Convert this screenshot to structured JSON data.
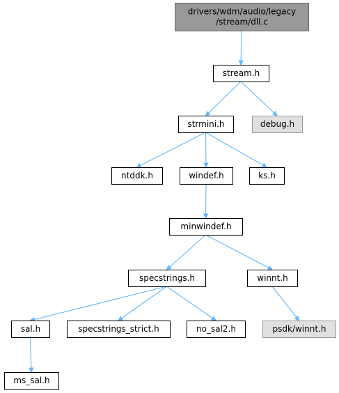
{
  "colors": {
    "edge": "#63b8ff",
    "root_fill": "#999999",
    "root_border": "#666666",
    "node_fill": "#ffffff",
    "node_border": "#000000",
    "missing_fill": "#e0e0e0",
    "missing_border": "#999999"
  },
  "nodes": [
    {
      "id": "dll_c",
      "lines": [
        "drivers/wdm/audio/legacy",
        "/stream/dll.c"
      ],
      "kind": "root"
    },
    {
      "id": "stream_h",
      "lines": [
        "stream.h"
      ],
      "kind": "normal"
    },
    {
      "id": "strmini_h",
      "lines": [
        "strmini.h"
      ],
      "kind": "normal"
    },
    {
      "id": "debug_h",
      "lines": [
        "debug.h"
      ],
      "kind": "missing"
    },
    {
      "id": "ntddk_h",
      "lines": [
        "ntddk.h"
      ],
      "kind": "normal"
    },
    {
      "id": "windef_h",
      "lines": [
        "windef.h"
      ],
      "kind": "normal"
    },
    {
      "id": "ks_h",
      "lines": [
        "ks.h"
      ],
      "kind": "normal"
    },
    {
      "id": "minwindef_h",
      "lines": [
        "minwindef.h"
      ],
      "kind": "normal"
    },
    {
      "id": "specstrings_h",
      "lines": [
        "specstrings.h"
      ],
      "kind": "normal"
    },
    {
      "id": "winnt_h",
      "lines": [
        "winnt.h"
      ],
      "kind": "normal"
    },
    {
      "id": "sal_h",
      "lines": [
        "sal.h"
      ],
      "kind": "normal"
    },
    {
      "id": "specstrings_strict_h",
      "lines": [
        "specstrings_strict.h"
      ],
      "kind": "normal"
    },
    {
      "id": "no_sal2_h",
      "lines": [
        "no_sal2.h"
      ],
      "kind": "normal"
    },
    {
      "id": "psdk_winnt_h",
      "lines": [
        "psdk/winnt.h"
      ],
      "kind": "missing"
    },
    {
      "id": "ms_sal_h",
      "lines": [
        "ms_sal.h"
      ],
      "kind": "normal"
    }
  ],
  "edges": [
    {
      "from": "dll_c",
      "to": "stream_h"
    },
    {
      "from": "stream_h",
      "to": "strmini_h"
    },
    {
      "from": "stream_h",
      "to": "debug_h"
    },
    {
      "from": "strmini_h",
      "to": "ntddk_h"
    },
    {
      "from": "strmini_h",
      "to": "windef_h"
    },
    {
      "from": "strmini_h",
      "to": "ks_h"
    },
    {
      "from": "windef_h",
      "to": "minwindef_h"
    },
    {
      "from": "minwindef_h",
      "to": "specstrings_h"
    },
    {
      "from": "minwindef_h",
      "to": "winnt_h"
    },
    {
      "from": "specstrings_h",
      "to": "sal_h"
    },
    {
      "from": "specstrings_h",
      "to": "specstrings_strict_h"
    },
    {
      "from": "specstrings_h",
      "to": "no_sal2_h"
    },
    {
      "from": "winnt_h",
      "to": "psdk_winnt_h"
    },
    {
      "from": "sal_h",
      "to": "ms_sal_h"
    }
  ]
}
